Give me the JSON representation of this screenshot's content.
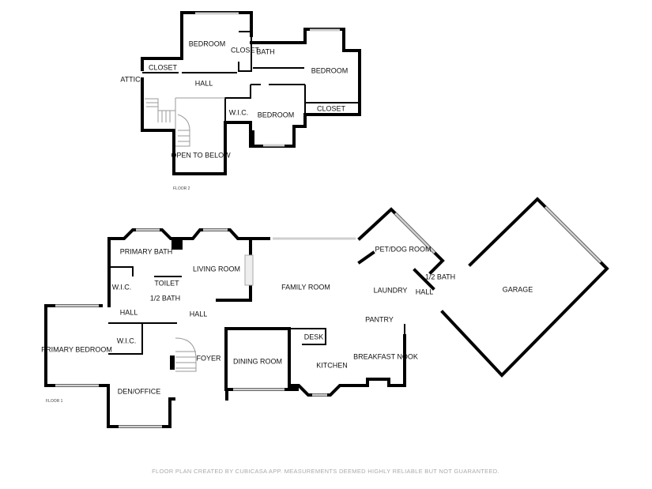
{
  "floor2": {
    "label": "FLOOR 2",
    "rooms": {
      "bedroom_nw": "BEDROOM",
      "closet_bedroom_nw": "CLOSET",
      "bath": "BATH",
      "bedroom_e": "BEDROOM",
      "closet_e": "CLOSET",
      "closet_w": "CLOSET",
      "attic": "ATTIC",
      "hall": "HALL",
      "wic": "W.I.C.",
      "bedroom_s": "BEDROOM",
      "open_to_below": "OPEN TO BELOW"
    }
  },
  "floor1": {
    "label": "FLOOR 1",
    "rooms": {
      "primary_bath": "PRIMARY BATH",
      "living_room": "LIVING ROOM",
      "family_room": "FAMILY ROOM",
      "wic_bath": "W.I.C.",
      "toilet": "TOILET",
      "half_bath": "1/2 BATH",
      "hall_w": "HALL",
      "hall_c": "HALL",
      "primary_bedroom": "PRIMARY BEDROOM",
      "wic_bedroom": "W.I.C.",
      "den_office": "DEN/OFFICE",
      "foyer": "FOYER",
      "dining_room": "DINING ROOM",
      "desk": "DESK",
      "kitchen": "KITCHEN",
      "breakfast_nook": "BREAKFAST NOOK",
      "pantry": "PANTRY",
      "laundry": "LAUNDRY",
      "pet_dog_room": "PET/DOG ROOM",
      "half_bath_e": "1/2 BATH",
      "hall_e": "HALL",
      "garage": "GARAGE"
    }
  },
  "footer": "FLOOR PLAN CREATED BY CUBICASA APP. MEASUREMENTS DEEMED HIGHLY RELIABLE BUT NOT GUARANTEED."
}
